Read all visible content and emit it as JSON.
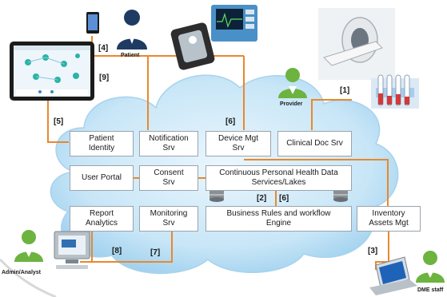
{
  "boxes": {
    "patient_identity": "Patient\nIdentity",
    "notification_srv": "Notification\nSrv",
    "device_mgt_srv": "Device Mgt\nSrv",
    "clinical_doc_srv": "Clinical Doc Srv",
    "user_portal": "User Portal",
    "consent_srv": "Consent\nSrv",
    "personal_health_data": "Continuous  Personal Health Data\nServices/Lakes",
    "report_analytics": "Report\nAnalytics",
    "monitoring_srv": "Monitoring\nSrv",
    "business_rules": "Business Rules and workflow\nEngine",
    "inventory_assets": "Inventory\nAssets Mgt"
  },
  "actors": {
    "patient": "Patient",
    "provider": "Provider",
    "admin": "Admin/Analyst",
    "dme": "DME staff"
  },
  "links": {
    "l1": "[1]",
    "l2": "[2]",
    "l3": "[3]",
    "l4": "[4]",
    "l5": "[5]",
    "l6a": "[6]",
    "l6b": "[6]",
    "l7": "[7]",
    "l8": "[8]",
    "l9": "[9]"
  },
  "colors": {
    "connector": "#e8882e",
    "cloud": "#bfe0f4",
    "actor": "#6db33f",
    "box_border": "#9aa4ad"
  }
}
